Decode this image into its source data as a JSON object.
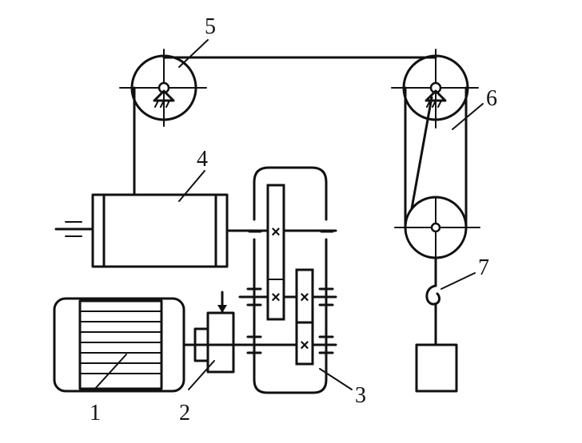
{
  "diagram": {
    "labels": {
      "motor": "1",
      "brake": "2",
      "gearbox": "3",
      "drum": "4",
      "pulley_top": "5",
      "pulley_block": "6",
      "hook": "7"
    }
  }
}
